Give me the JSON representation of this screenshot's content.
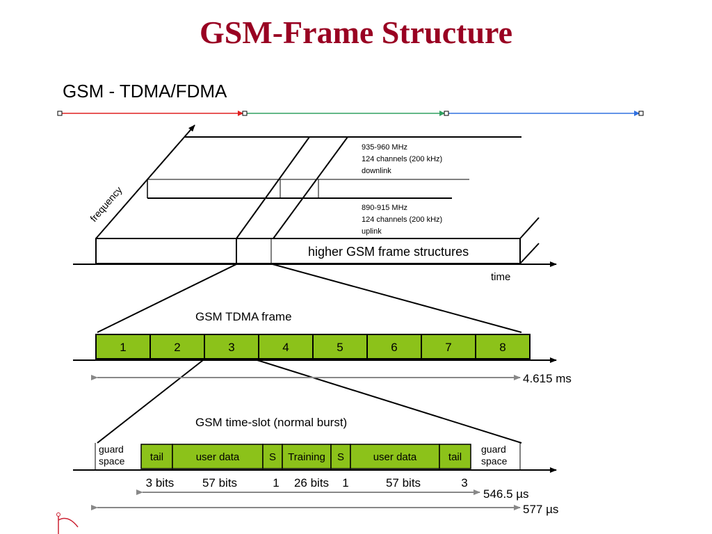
{
  "slide": {
    "title": "GSM-Frame Structure",
    "heading": "GSM - TDMA/FDMA"
  },
  "colors": {
    "title": "#990022",
    "slot_fill": "#8cc21a",
    "timeline_red": "#e02020",
    "timeline_green": "#30a060",
    "timeline_blue": "#3070e0",
    "measure_gray": "#888888"
  },
  "fdma": {
    "axis_frequency": "frequency",
    "axis_time": "time",
    "downlink": [
      "935-960 MHz",
      "124 channels (200 kHz)",
      "downlink"
    ],
    "uplink": [
      "890-915 MHz",
      "124 channels (200 kHz)",
      "uplink"
    ],
    "higher_frames": "higher GSM frame structures"
  },
  "tdma_frame": {
    "title": "GSM TDMA frame",
    "slots": [
      "1",
      "2",
      "3",
      "4",
      "5",
      "6",
      "7",
      "8"
    ],
    "duration": "4.615 ms"
  },
  "timeslot": {
    "title": "GSM time-slot (normal burst)",
    "guard_left": [
      "guard",
      "space"
    ],
    "guard_right": [
      "guard",
      "space"
    ],
    "fields": [
      {
        "label": "tail",
        "bits": "3 bits"
      },
      {
        "label": "user data",
        "bits": "57 bits"
      },
      {
        "label": "S",
        "bits": "1"
      },
      {
        "label": "Training",
        "bits": "26 bits"
      },
      {
        "label": "S",
        "bits": "1"
      },
      {
        "label": "user data",
        "bits": "57 bits"
      },
      {
        "label": "tail",
        "bits": "3"
      }
    ],
    "burst_duration": "546.5 µs",
    "slot_duration": "577 µs"
  }
}
